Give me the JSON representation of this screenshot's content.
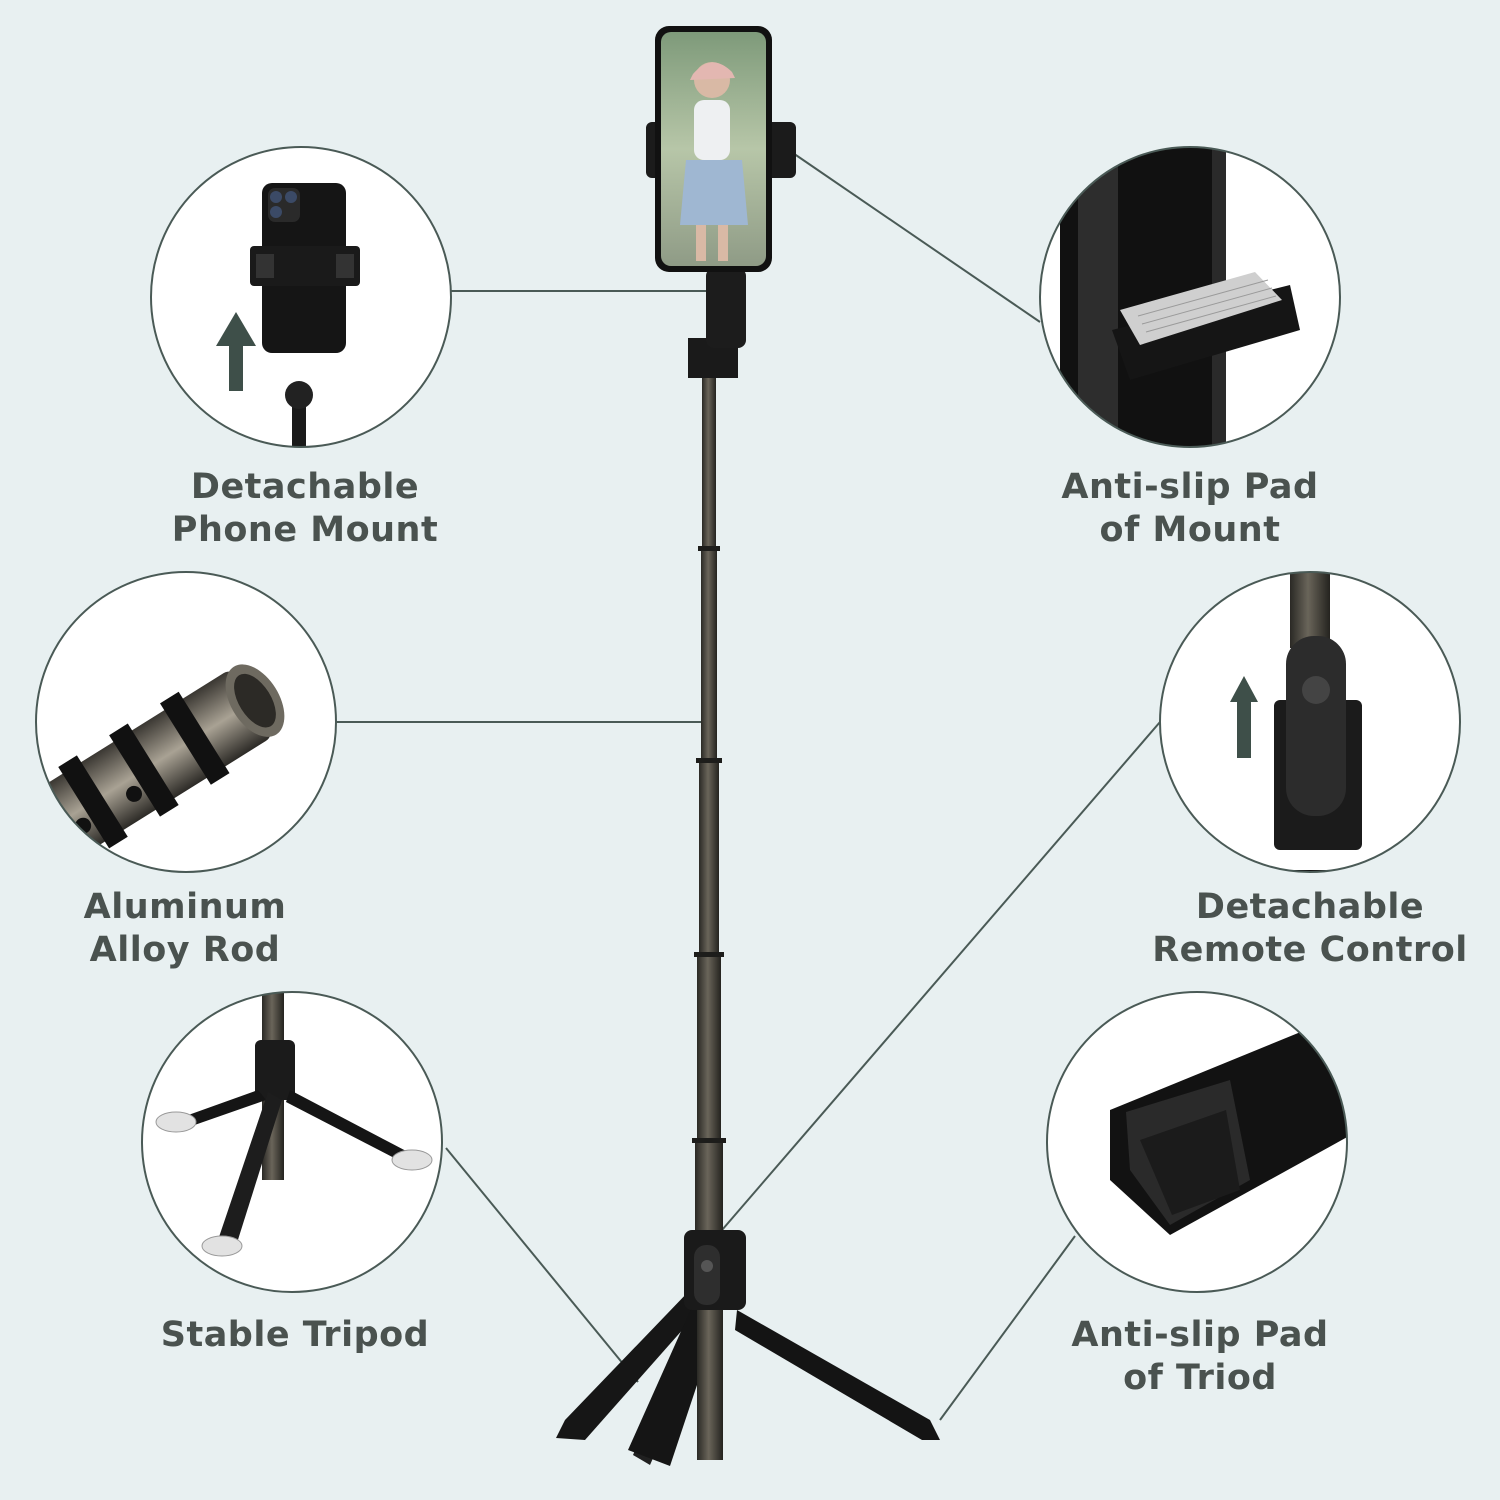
{
  "callouts": {
    "phone_mount": {
      "line1": "Detachable",
      "line2": "Phone Mount",
      "icon": "phone-clamp-icon"
    },
    "antislip_mount": {
      "line1": "Anti-slip Pad",
      "line2": "of Mount",
      "icon": "anti-slip-pad-icon"
    },
    "rod": {
      "line1": "Aluminum",
      "line2": "Alloy Rod",
      "icon": "telescopic-rod-icon"
    },
    "remote": {
      "line1": "Detachable",
      "line2": "Remote Control",
      "icon": "remote-control-icon"
    },
    "tripod": {
      "line1": "Stable Tripod",
      "icon": "tripod-icon"
    },
    "antislip_tripod": {
      "line1": "Anti-slip Pad",
      "line2": "of Triod",
      "icon": "tripod-foot-icon"
    }
  },
  "colors": {
    "background": "#e8f0f1",
    "line": "#4a5a56",
    "label_text": "#4a524f",
    "arrow": "#3e4f49",
    "product": "#1c1c1c"
  }
}
